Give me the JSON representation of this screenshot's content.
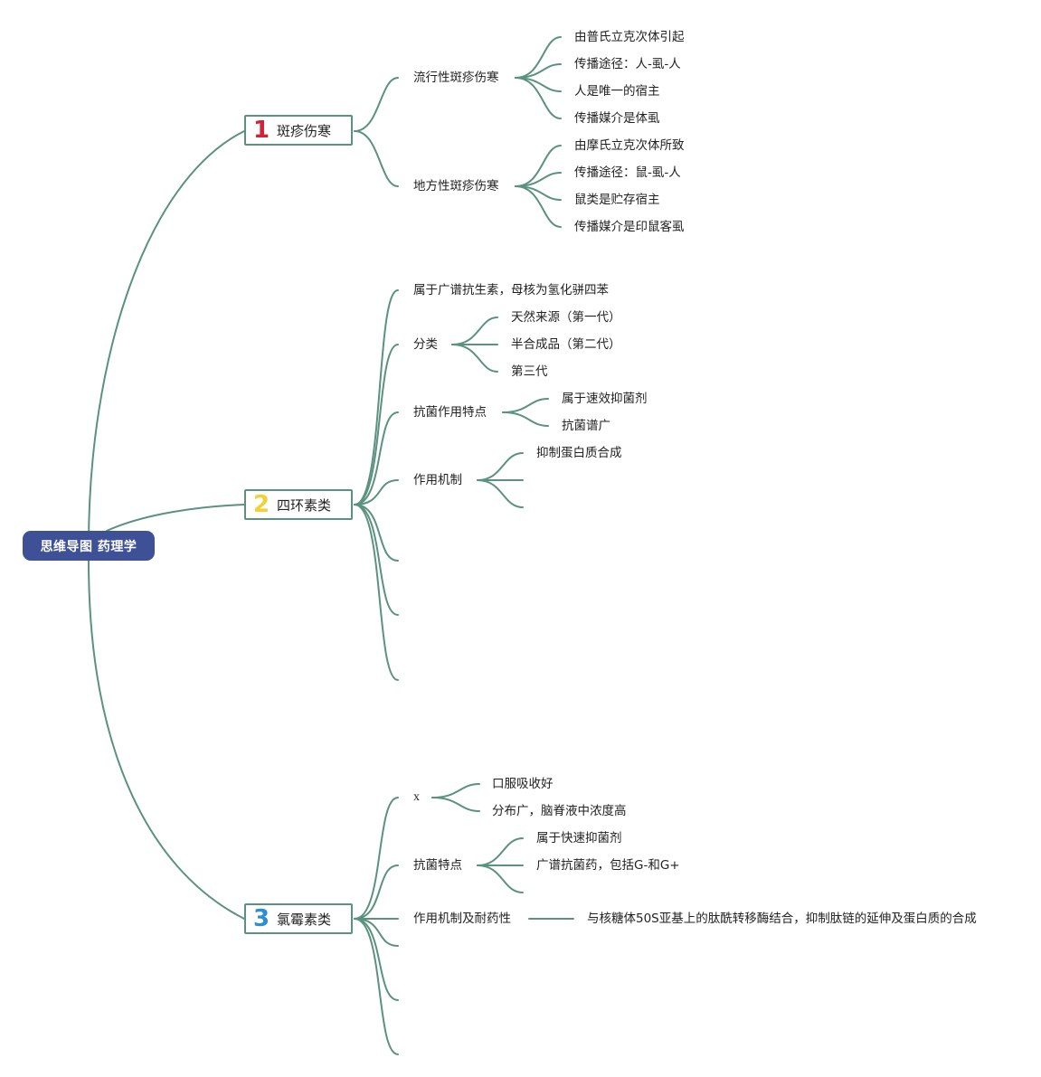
{
  "root": "思维导图 药理学",
  "topics": [
    {
      "number": "1",
      "label": "斑疹伤寒",
      "color": "#d2223a"
    },
    {
      "number": "2",
      "label": "四环素类",
      "color": "#f0d13a"
    },
    {
      "number": "3",
      "label": "氯霉素类",
      "color": "#2b8fd6"
    }
  ],
  "t1": {
    "a": {
      "label": "流行性斑疹伤寒",
      "items": [
        "由普氏立克次体引起",
        "传播途径：人-虱-人",
        "人是唯一的宿主",
        "传播媒介是体虱"
      ]
    },
    "b": {
      "label": "地方性斑疹伤寒",
      "items": [
        "由摩氏立克次体所致",
        "传播途径：鼠-虱-人",
        "鼠类是贮存宿主",
        "传播媒介是印鼠客虱"
      ]
    }
  },
  "t2": {
    "intro": "属于广谱抗生素，母核为氢化骈四苯",
    "classify": {
      "label": "分类",
      "items": [
        "天然来源（第一代）",
        "半合成品（第二代）",
        "第三代"
      ]
    },
    "features": {
      "label": "抗菌作用特点",
      "items": [
        "属于速效抑菌剂",
        "抗菌谱广"
      ]
    },
    "mechanism": {
      "label": "作用机制",
      "items": [
        "抑制蛋白质合成"
      ]
    }
  },
  "t3": {
    "x": {
      "label": "x",
      "items": [
        "口服吸收好",
        "分布广，脑脊液中浓度高"
      ]
    },
    "features": {
      "label": "抗菌特点",
      "items": [
        "属于快速抑菌剂",
        "广谱抗菌药，包括G-和G+"
      ]
    },
    "mechanism": {
      "label": "作用机制及耐药性",
      "detail": "与核糖体50S亚基上的肽酰转移酶结合，抑制肽链的延伸及蛋白质的合成"
    }
  }
}
